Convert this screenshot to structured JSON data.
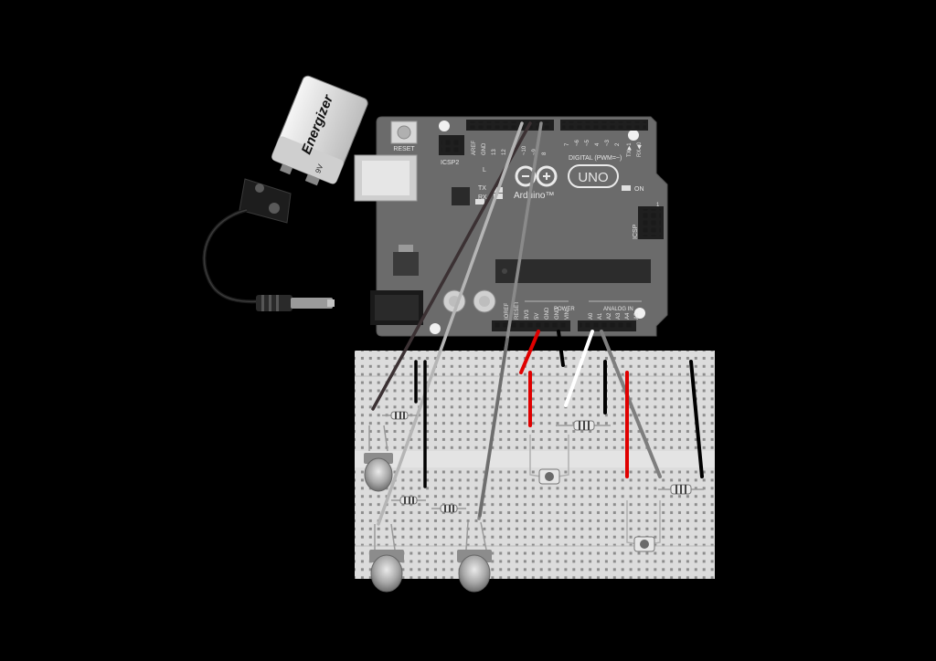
{
  "colors": {
    "background": "#000000",
    "board": "#6b6b6b",
    "breadboard": "#dcdcdc",
    "wire_red": "#e00000",
    "wire_black": "#000000",
    "wire_white": "#ffffff",
    "wire_gray": "#7e7e7e",
    "wire_dark_brown": "#3b3133",
    "wire_light_gray": "#b5b5b5"
  },
  "battery": {
    "brand": "Energizer",
    "voltage": "9V"
  },
  "board": {
    "reset_label": "RESET",
    "icsp2_label": "ICSP2",
    "icsp_label": "ICSP",
    "l_label": "L",
    "tx_label": "TX",
    "rx_label": "RX",
    "on_label": "ON",
    "digital_label": "DIGITAL (PWM=~)",
    "uno_label": "UNO",
    "brand_label": "Arduino™",
    "power_label": "POWER",
    "analog_label": "ANALOG IN",
    "digital_pins": [
      "AREF",
      "GND",
      "13",
      "12",
      "~11",
      "~10",
      "~9",
      "8",
      "7",
      "~6",
      "~5",
      "4",
      "~3",
      "2",
      "TX▶1",
      "RX◀0"
    ],
    "power_pins": [
      "IOREF",
      "RESET",
      "3V3",
      "5V",
      "GND",
      "GND",
      "VIN"
    ],
    "analog_pins": [
      "A0",
      "A1",
      "A2",
      "A3",
      "A4",
      "A5"
    ],
    "icsp_pin_one": "1"
  }
}
